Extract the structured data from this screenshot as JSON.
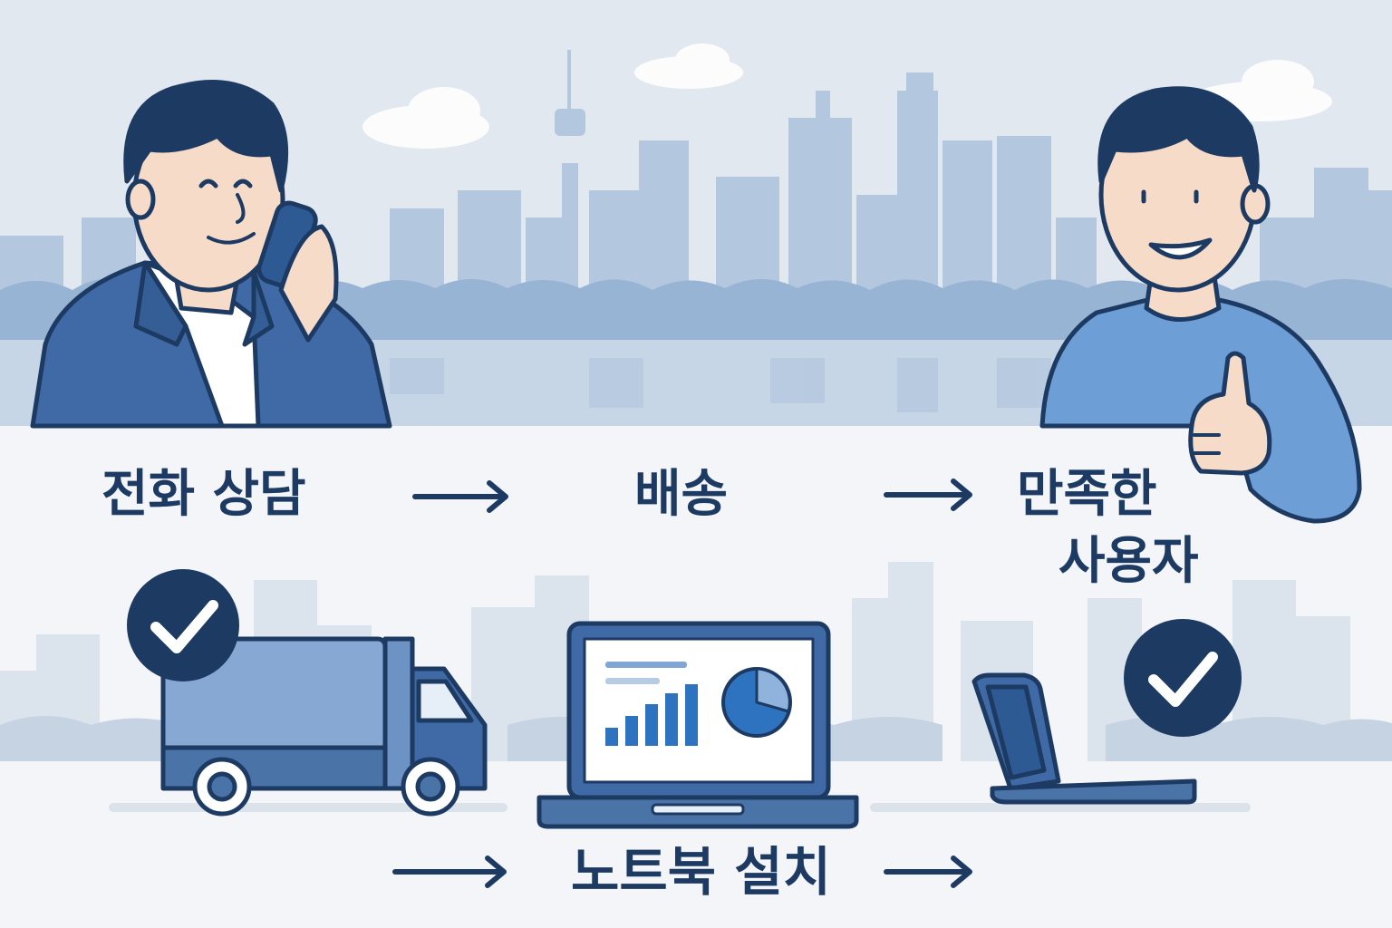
{
  "steps": {
    "step1": "전화 상담",
    "step2": "배송",
    "step3_line1": "만족한",
    "step3_line2": "사용자",
    "step4": "노트북 설치"
  },
  "icons": [
    "phone-consultant-icon",
    "happy-user-thumbs-up-icon",
    "delivery-truck-icon",
    "laptop-dashboard-icon",
    "laptop-icon",
    "checkmark-icon",
    "arrow-right-icon"
  ],
  "colors": {
    "navy": "#1d3a63",
    "primary_blue": "#4a74a8",
    "light_blue": "#6d9fd6",
    "sky": "#dfe6ee",
    "skyline": "#a9c0da",
    "background": "#f3f5f8"
  }
}
